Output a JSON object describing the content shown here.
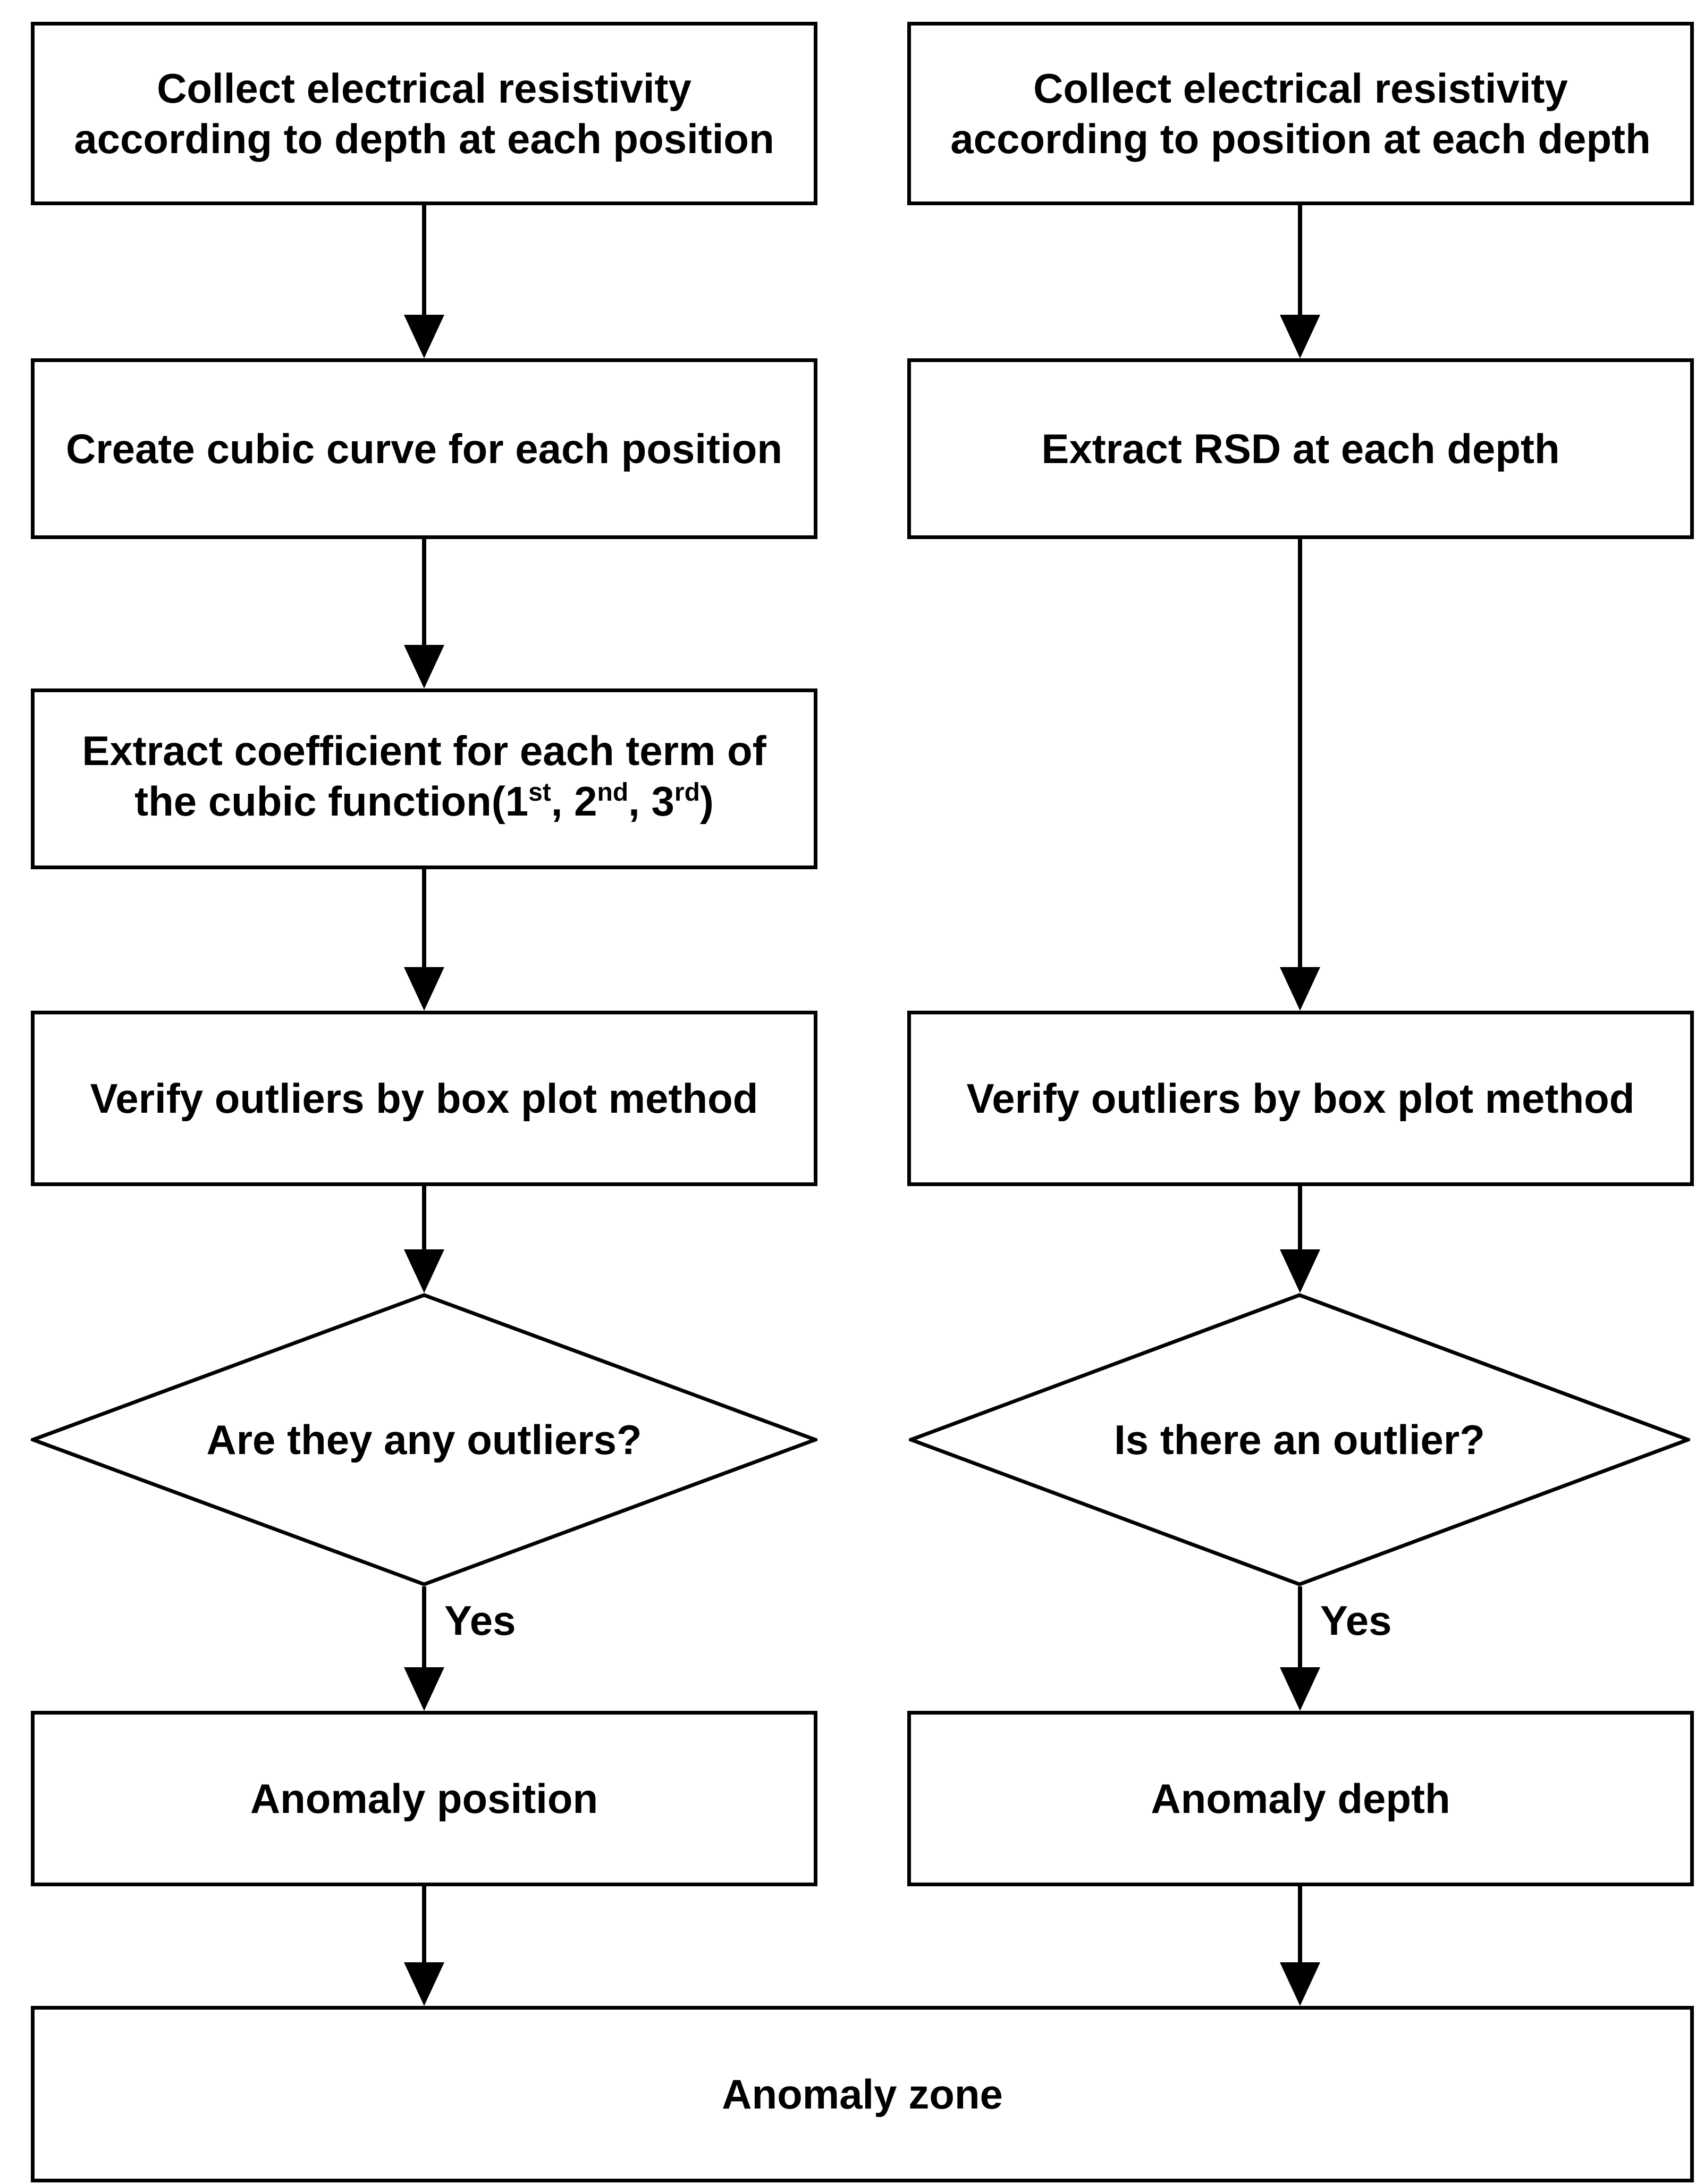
{
  "page": {
    "background_color": "#ffffff",
    "ink_color": "#000000"
  },
  "flowchart": {
    "left": {
      "step1_line1": "Collect electrical resistivity",
      "step1_line2": "according to depth at each position",
      "step2": "Create cubic curve for each position",
      "step3_line1": "Extract coefficient for each term of",
      "step3_line2_p1": "the cubic function(1",
      "step3_sup1": "st",
      "step3_line2_p2": ", 2",
      "step3_sup2": "nd",
      "step3_line2_p3": ", 3",
      "step3_sup3": "rd",
      "step3_line2_p4": ")",
      "step4": "Verify outliers by box plot method",
      "decision": "Are they any outliers?",
      "decision_yes": "Yes",
      "result": "Anomaly position"
    },
    "right": {
      "step1_line1": "Collect electrical resistivity",
      "step1_line2": "according to position at each depth",
      "step2": "Extract RSD at each depth",
      "step4": "Verify outliers by box plot method",
      "decision": "Is there an outlier?",
      "decision_yes": "Yes",
      "result": "Anomaly depth"
    },
    "final": "Anomaly zone"
  }
}
